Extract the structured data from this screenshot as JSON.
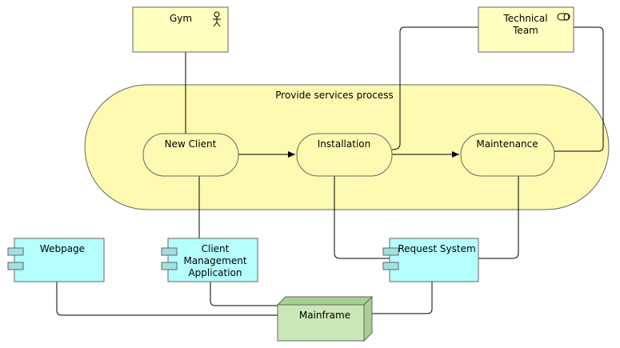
{
  "colors": {
    "actor_fill": "#ffffc0",
    "process_fill": "#fffab2",
    "component_fill": "#b5ffff",
    "node_fill": "#c9e7b7",
    "node_dark": "#a8cf92",
    "stroke": "#666666",
    "connector": "#000000"
  },
  "nodes": {
    "gym": {
      "label": "Gym",
      "icon": "actor-icon"
    },
    "technical_team": {
      "label_line1": "Technical",
      "label_line2": "Team",
      "icon": "role-icon"
    },
    "process": {
      "label": "Provide services process"
    },
    "new_client": {
      "label": "New Client"
    },
    "installation": {
      "label": "Installation"
    },
    "maintenance": {
      "label": "Maintenance"
    },
    "webpage": {
      "label": "Webpage",
      "icon": "component-icon"
    },
    "client_mgmt": {
      "label_line1": "Client",
      "label_line2": "Management",
      "label_line3": "Application",
      "icon": "component-icon"
    },
    "request_system": {
      "label": "Request System",
      "icon": "component-icon"
    },
    "mainframe": {
      "label": "Mainframe"
    }
  }
}
